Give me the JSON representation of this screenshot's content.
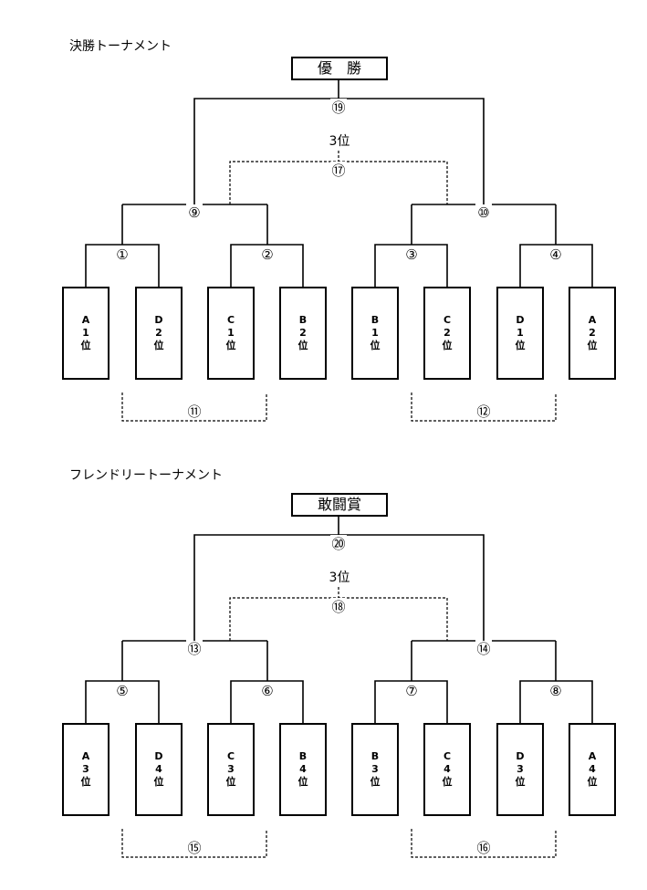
{
  "sections": [
    {
      "title": "決勝トーナメント",
      "champion_label": "優　勝",
      "third_place_label": "3位",
      "teams": [
        [
          "A",
          "1",
          "位"
        ],
        [
          "D",
          "2",
          "位"
        ],
        [
          "C",
          "1",
          "位"
        ],
        [
          "B",
          "2",
          "位"
        ],
        [
          "B",
          "1",
          "位"
        ],
        [
          "C",
          "2",
          "位"
        ],
        [
          "D",
          "1",
          "位"
        ],
        [
          "A",
          "2",
          "位"
        ]
      ],
      "round1_matches": [
        "①",
        "②",
        "③",
        "④"
      ],
      "semifinal_matches": [
        "⑨",
        "⑩"
      ],
      "final_match": "⑲",
      "third_place_match": "⑰",
      "consolation_matches": [
        "⑪",
        "⑫"
      ]
    },
    {
      "title": "フレンドリートーナメント",
      "champion_label": "敢闘賞",
      "third_place_label": "3位",
      "teams": [
        [
          "A",
          "3",
          "位"
        ],
        [
          "D",
          "4",
          "位"
        ],
        [
          "C",
          "3",
          "位"
        ],
        [
          "B",
          "4",
          "位"
        ],
        [
          "B",
          "3",
          "位"
        ],
        [
          "C",
          "4",
          "位"
        ],
        [
          "D",
          "3",
          "位"
        ],
        [
          "A",
          "4",
          "位"
        ]
      ],
      "round1_matches": [
        "⑤",
        "⑥",
        "⑦",
        "⑧"
      ],
      "semifinal_matches": [
        "⑬",
        "⑭"
      ],
      "final_match": "⑳",
      "third_place_match": "⑱",
      "consolation_matches": [
        "⑮",
        "⑯"
      ]
    }
  ]
}
